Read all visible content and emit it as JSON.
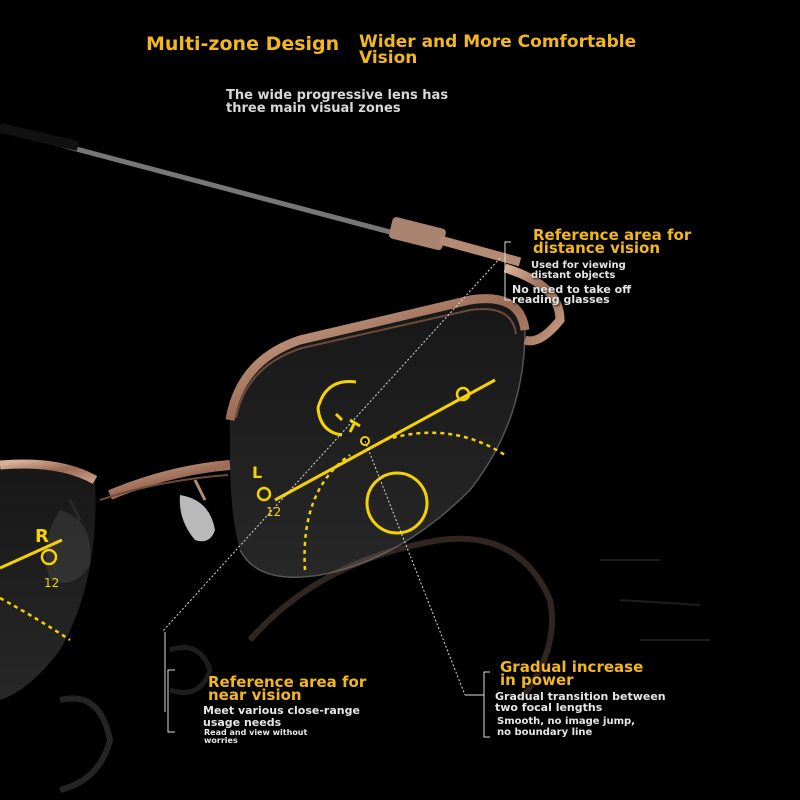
{
  "title": {
    "left": "Multi-zone Design",
    "right": "Wider and More Comfortable\nVision"
  },
  "intro": "The wide progressive lens has\nthree main visual zones",
  "distance": {
    "heading": "Reference area for\ndistance vision",
    "desc1": "Used for viewing\ndistant objects",
    "desc2": "No need to take off\nreading glasses"
  },
  "near": {
    "heading": "Reference area for\nnear vision",
    "desc1": "Meet various close-range\nusage needs",
    "desc2": "Read and view without\nworries"
  },
  "gradual": {
    "heading": "Gradual increase\nin power",
    "desc1": "Gradual transition between\ntwo focal lengths",
    "desc2": "Smooth, no image jump,\nno boundary line"
  },
  "lens_marks": {
    "left_lens_letter": "L",
    "left_lens_number": "12",
    "right_lens_letter": "R",
    "right_lens_number": "12"
  },
  "colors": {
    "background": "#000000",
    "accent_yellow": "#f2b71e",
    "frame_gold": "#b8866a",
    "lens_diagram_yellow": "#f5d200"
  }
}
